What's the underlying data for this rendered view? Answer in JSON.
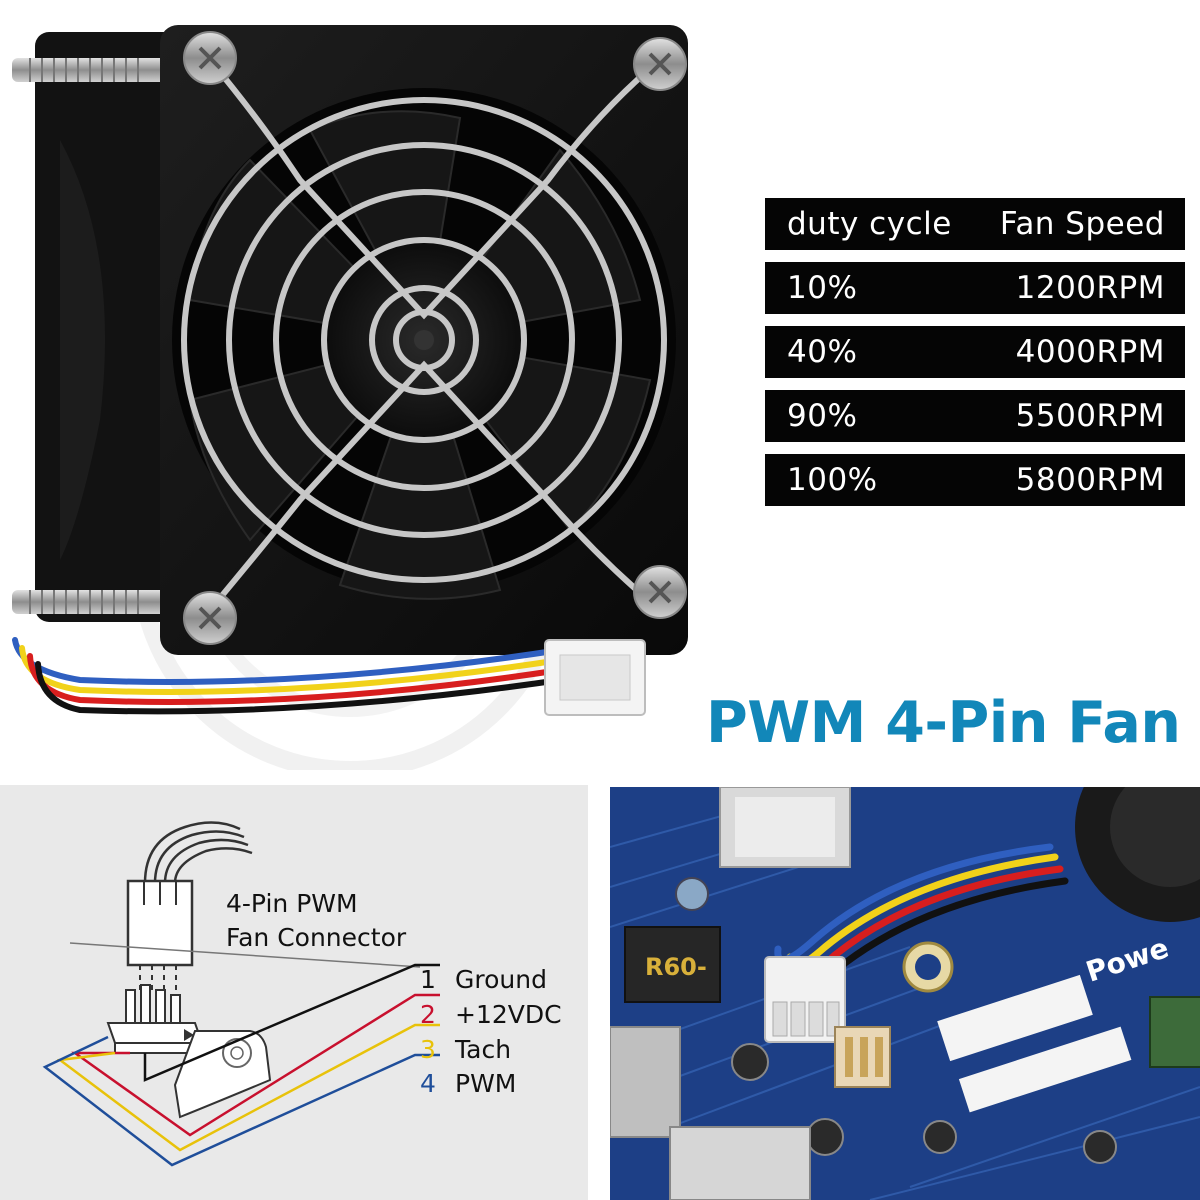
{
  "table": {
    "header": {
      "col1": "duty cycle",
      "col2": "Fan Speed"
    },
    "rows": [
      {
        "duty": "10%",
        "speed": "1200RPM"
      },
      {
        "duty": "40%",
        "speed": "4000RPM"
      },
      {
        "duty": "90%",
        "speed": "5500RPM"
      },
      {
        "duty": "100%",
        "speed": "5800RPM"
      }
    ]
  },
  "title": "PWM 4-Pin Fan",
  "connector": {
    "line1": "4-Pin PWM",
    "line2": "Fan Connector",
    "pins": [
      {
        "num": "1",
        "label": "Ground",
        "color": "#111111"
      },
      {
        "num": "2",
        "label": "+12VDC",
        "color": "#c8102e"
      },
      {
        "num": "3",
        "label": "Tach",
        "color": "#e8c20a"
      },
      {
        "num": "4",
        "label": "PWM",
        "color": "#1f4e9a"
      }
    ]
  },
  "board": {
    "chip_label": "R60-",
    "brand_label": "Powe"
  },
  "colors": {
    "title": "#1287b9",
    "wire_red": "#d81e1e",
    "wire_yellow": "#f1d21a",
    "wire_blue": "#2f5fc0",
    "wire_black": "#111111"
  }
}
